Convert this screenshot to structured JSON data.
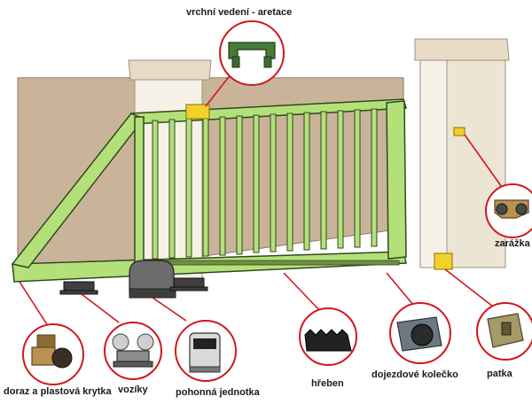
{
  "labels": {
    "top_guide": "vrchní vedení - aretace",
    "end_stop_cover": "doraz a plastová krytka",
    "trolleys": "vozíky",
    "drive_unit": "pohonná jednotka",
    "rack": "hřeben",
    "end_roller": "dojezdové kolečko",
    "foot": "patka",
    "stopper": "zarážka"
  },
  "colors": {
    "gate_frame": "#b4e07a",
    "gate_outline": "#2f4a1c",
    "wall": "#c9b49a",
    "pillar": "#f6f1e6",
    "pillar_cap": "#e8dcc6",
    "callout_line": "#d0181e",
    "accent_yellow": "#f4d02c"
  },
  "icons": [
    "top-guide-bracket-icon",
    "stopper-icon",
    "end-stop-icon",
    "trolley-icon",
    "drive-unit-icon",
    "rack-icon",
    "roller-icon",
    "foot-icon"
  ]
}
